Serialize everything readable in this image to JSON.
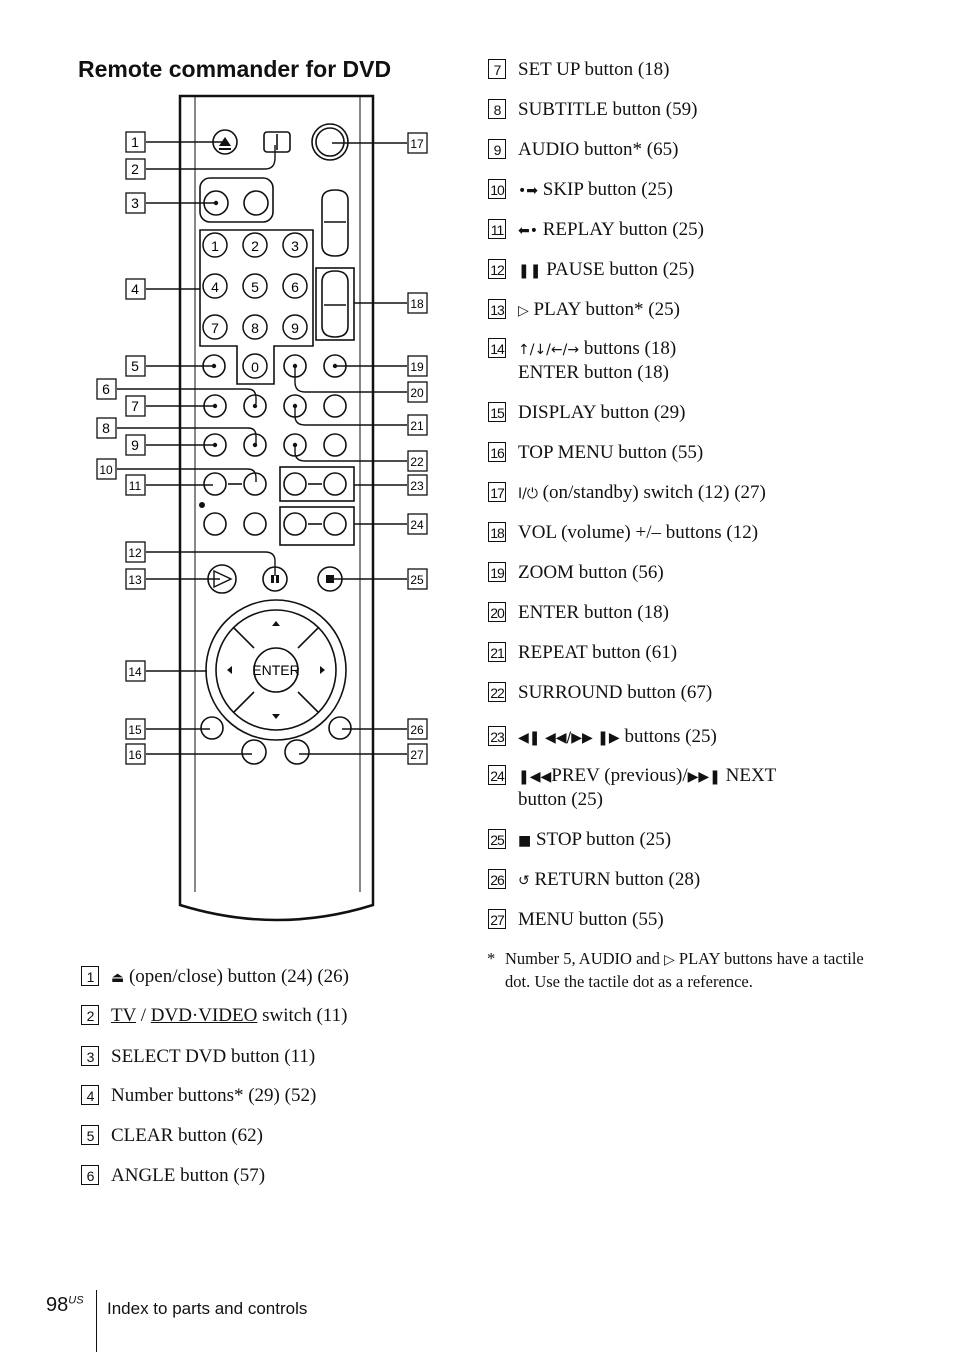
{
  "title": "Remote commander for DVD",
  "callouts": [
    "1",
    "2",
    "3",
    "4",
    "5",
    "6",
    "7",
    "8",
    "9",
    "10",
    "11",
    "12",
    "13",
    "14",
    "15",
    "16",
    "17",
    "18",
    "19",
    "20",
    "21",
    "22",
    "23",
    "24",
    "25",
    "26",
    "27"
  ],
  "keypad": [
    "1",
    "2",
    "3",
    "4",
    "5",
    "6",
    "7",
    "8",
    "9",
    "0"
  ],
  "enter_label": "ENTER",
  "left_items": [
    {
      "n": "1",
      "sym": "⏏",
      "text": " (open/close) button (24) (26)"
    },
    {
      "n": "2",
      "a": "TV",
      "b": " / ",
      "c": "DVD·VIDEO",
      "d": " switch (11)"
    },
    {
      "n": "3",
      "text": "SELECT DVD button (11)"
    },
    {
      "n": "4",
      "text": "Number buttons* (29) (52)"
    },
    {
      "n": "5",
      "text": "CLEAR button (62)"
    },
    {
      "n": "6",
      "text": "ANGLE button (57)"
    }
  ],
  "right_items": [
    {
      "n": "7",
      "text": "SET UP button (18)"
    },
    {
      "n": "8",
      "text": "SUBTITLE button (59)"
    },
    {
      "n": "9",
      "text": "AUDIO button* (65)"
    },
    {
      "n": "10",
      "sym": "•➡",
      "text": "  SKIP button (25)"
    },
    {
      "n": "11",
      "sym": "⬅•",
      "text": "  REPLAY button (25)"
    },
    {
      "n": "12",
      "sym": "❚❚",
      "text": " PAUSE button (25)"
    },
    {
      "n": "13",
      "sym": "▷",
      "text": " PLAY button* (25)"
    },
    {
      "n": "14",
      "sym": "↑/↓/←/→",
      "text": " buttons (18)",
      "line2": "ENTER button (18)"
    },
    {
      "n": "15",
      "text": "DISPLAY button (29)"
    },
    {
      "n": "16",
      "text": "TOP MENU button (55)"
    },
    {
      "n": "17",
      "sym": "I/⏻",
      "text": " (on/standby) switch (12) (27)"
    },
    {
      "n": "18",
      "text": "VOL (volume) +/– buttons (12)"
    },
    {
      "n": "19",
      "text": "ZOOM button (56)"
    },
    {
      "n": "20",
      "text": "ENTER button (18)"
    },
    {
      "n": "21",
      "text": "REPEAT button (61)"
    },
    {
      "n": "22",
      "text": "SURROUND button (67)"
    },
    {
      "n": "23",
      "sym": "◀❚ ◀◀/▶▶ ❚▶",
      "text": " buttons (25)"
    },
    {
      "n": "24",
      "sym": "❚◀◀",
      "text": "PREV (previous)/",
      "sym2": "▶▶❚",
      "text2": " NEXT",
      "line2": "button  (25)"
    },
    {
      "n": "25",
      "sym": "■",
      "text": " STOP button (25)"
    },
    {
      "n": "26",
      "sym": "↺",
      "text": " RETURN button (28)"
    },
    {
      "n": "27",
      "text": "MENU button (55)"
    }
  ],
  "note": {
    "star": "*",
    "pre": "Number 5, AUDIO and ",
    "sym": "▷",
    "post": " PLAY buttons have a tactile dot. Use the tactile dot as a reference."
  },
  "footer": {
    "page": "98",
    "sup": "US",
    "section": "Index to parts and controls"
  }
}
